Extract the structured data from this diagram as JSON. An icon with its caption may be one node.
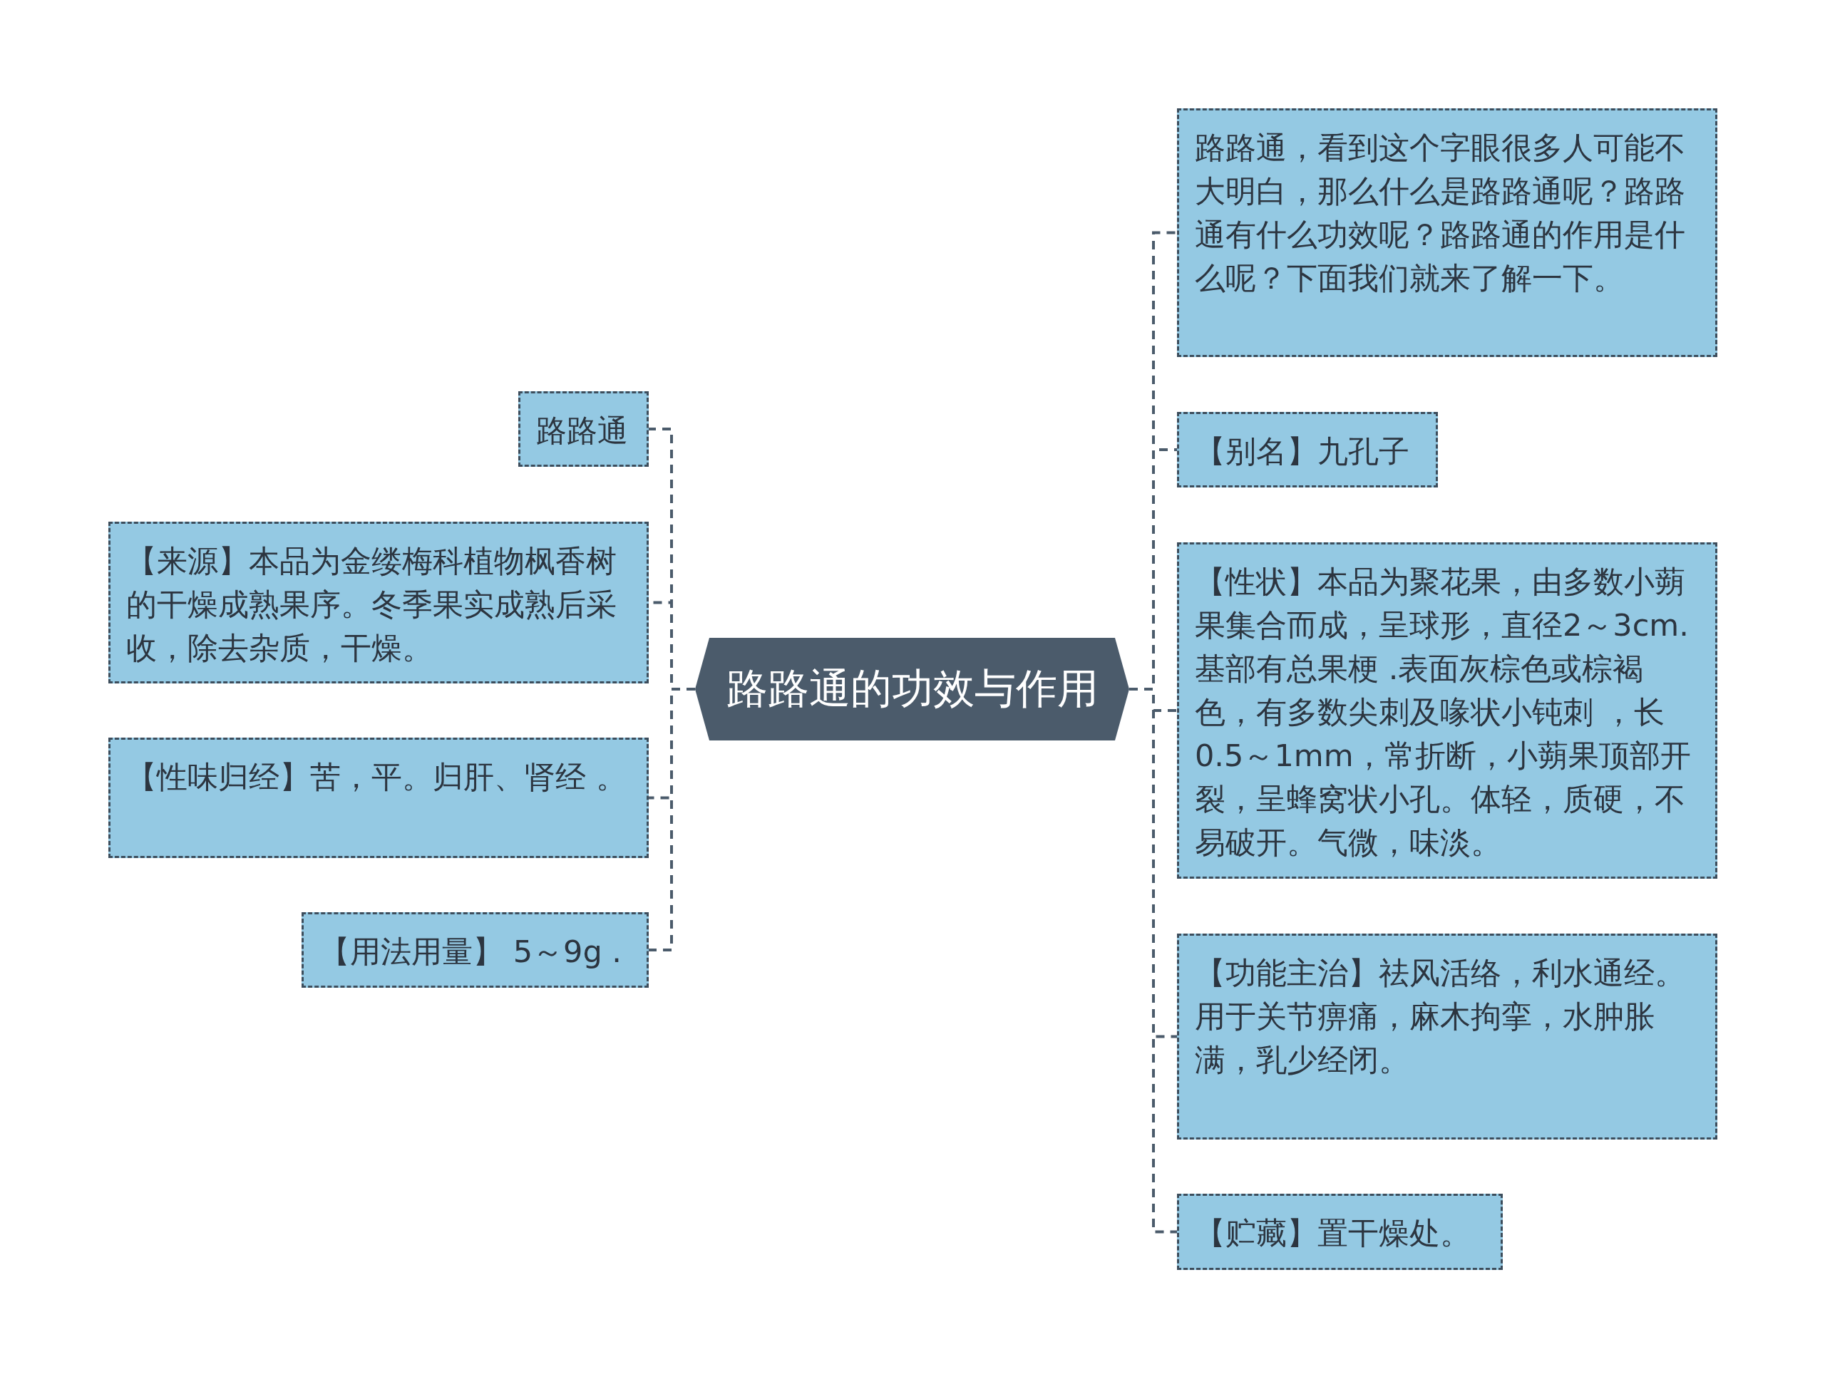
{
  "diagram": {
    "nodes": [
      {
        "text": [
          "路路通的功效与作用"
        ]
      },
      {
        "text": [
          "路路通"
        ]
      },
      {
        "text": [
          "【来源】本品为金缕梅科植物枫香树的干燥成熟果序。冬季果实成熟后采收，除去杂质，干燥。"
        ]
      },
      {
        "text": [
          "【性味归经】苦，平。归肝、肾经 。"
        ]
      },
      {
        "text": [
          "【用法用量】 5～9g ."
        ]
      },
      {
        "text": [
          "路路通，看到这个字眼很多人可能不大明白，那么什么是路路通呢？路路通有什么功效呢？路路通的作用是什么呢？下面我们就来了解一下。"
        ]
      },
      {
        "text": [
          "【别名】九孔子"
        ]
      },
      {
        "text": [
          "【性状】本品为聚花果，由多数小蒴果集合而成，呈球形，直径2～3cm.基部有总果梗 .表面灰棕色或棕褐色，有多数尖刺及喙状小钝刺 ，长0.5～1mm，常折断，小蒴果顶部开裂，呈蜂窝状小孔。体轻，质硬，不易破开。气微，味淡。"
        ]
      },
      {
        "text": [
          "【功能主治】祛风活络，利水通经。用于关节痹痛，麻木拘挛，水肿胀满，乳少经闭。"
        ]
      },
      {
        "text": [
          "【贮藏】置干燥处。"
        ]
      }
    ],
    "edges": [
      {
        "from": 0,
        "to": 1,
        "arrow": "none",
        "style": "dashed"
      },
      {
        "from": 0,
        "to": 2,
        "arrow": "none",
        "style": "dashed"
      },
      {
        "from": 0,
        "to": 3,
        "arrow": "none",
        "style": "dashed"
      },
      {
        "from": 0,
        "to": 4,
        "arrow": "none",
        "style": "dashed"
      },
      {
        "from": 0,
        "to": 5,
        "arrow": "none",
        "style": "dashed"
      },
      {
        "from": 0,
        "to": 6,
        "arrow": "none",
        "style": "dashed"
      },
      {
        "from": 0,
        "to": 7,
        "arrow": "none",
        "style": "dashed"
      },
      {
        "from": 0,
        "to": 8,
        "arrow": "none",
        "style": "dashed"
      },
      {
        "from": 0,
        "to": 9,
        "arrow": "none",
        "style": "dashed"
      }
    ]
  }
}
